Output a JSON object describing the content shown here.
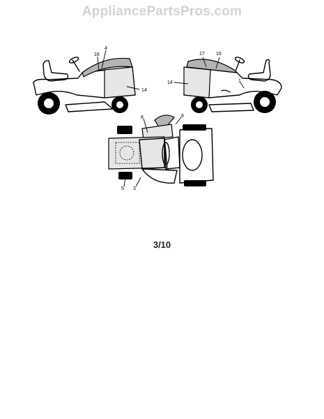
{
  "watermark": "AppliancePartsPros.com",
  "callouts": {
    "left_view": [
      "4",
      "16",
      "14"
    ],
    "right_view": [
      "17",
      "16",
      "14",
      "1"
    ],
    "top_view": [
      "8",
      "8",
      "5",
      "3"
    ]
  },
  "page_number": "3/10"
}
